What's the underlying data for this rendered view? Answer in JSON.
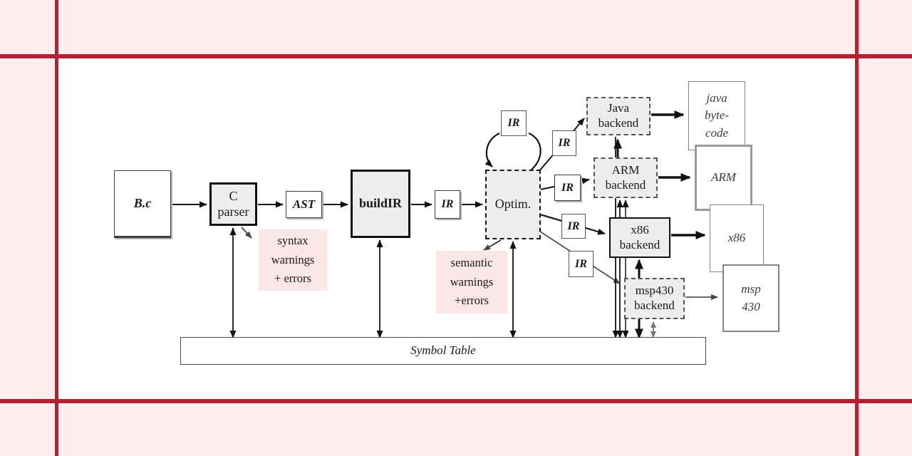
{
  "title": "compiler-pipeline-diagram",
  "colors": {
    "frame_red": "#b22234",
    "page_pink": "#fdeded",
    "canvas_white": "#ffffff",
    "process_fill": "#ededed",
    "note_pink": "#fbe7e7",
    "ink": "#1a1a1a"
  },
  "nodes": {
    "source": {
      "label": "B.c"
    },
    "parser": {
      "line1": "C",
      "line2": "parser"
    },
    "ast": {
      "label": "AST"
    },
    "buildir": {
      "label": "buildIR"
    },
    "ir_pipe": {
      "label": "IR"
    },
    "optim": {
      "label": "Optim."
    },
    "ir_loop": {
      "label": "IR"
    },
    "ir_java": {
      "label": "IR"
    },
    "ir_arm": {
      "label": "IR"
    },
    "ir_x86": {
      "label": "IR"
    },
    "ir_msp": {
      "label": "IR"
    },
    "java_backend": {
      "line1": "Java",
      "line2": "backend"
    },
    "arm_backend": {
      "line1": "ARM",
      "line2": "backend"
    },
    "x86_backend": {
      "line1": "x86",
      "line2": "backend"
    },
    "msp_backend": {
      "line1": "msp430",
      "line2": "backend"
    },
    "out_java": {
      "line1": "java",
      "line2": "byte-",
      "line3": "code"
    },
    "out_arm": {
      "label": "ARM"
    },
    "out_x86": {
      "label": "x86"
    },
    "out_msp": {
      "line1": "msp",
      "line2": "430"
    },
    "symbol_table": {
      "label": "Symbol Table"
    }
  },
  "notes": {
    "syntax": {
      "line1": "syntax",
      "line2": "warnings",
      "line3": "+ errors"
    },
    "semantic": {
      "line1": "semantic",
      "line2": "warnings",
      "line3": "+errors"
    }
  }
}
